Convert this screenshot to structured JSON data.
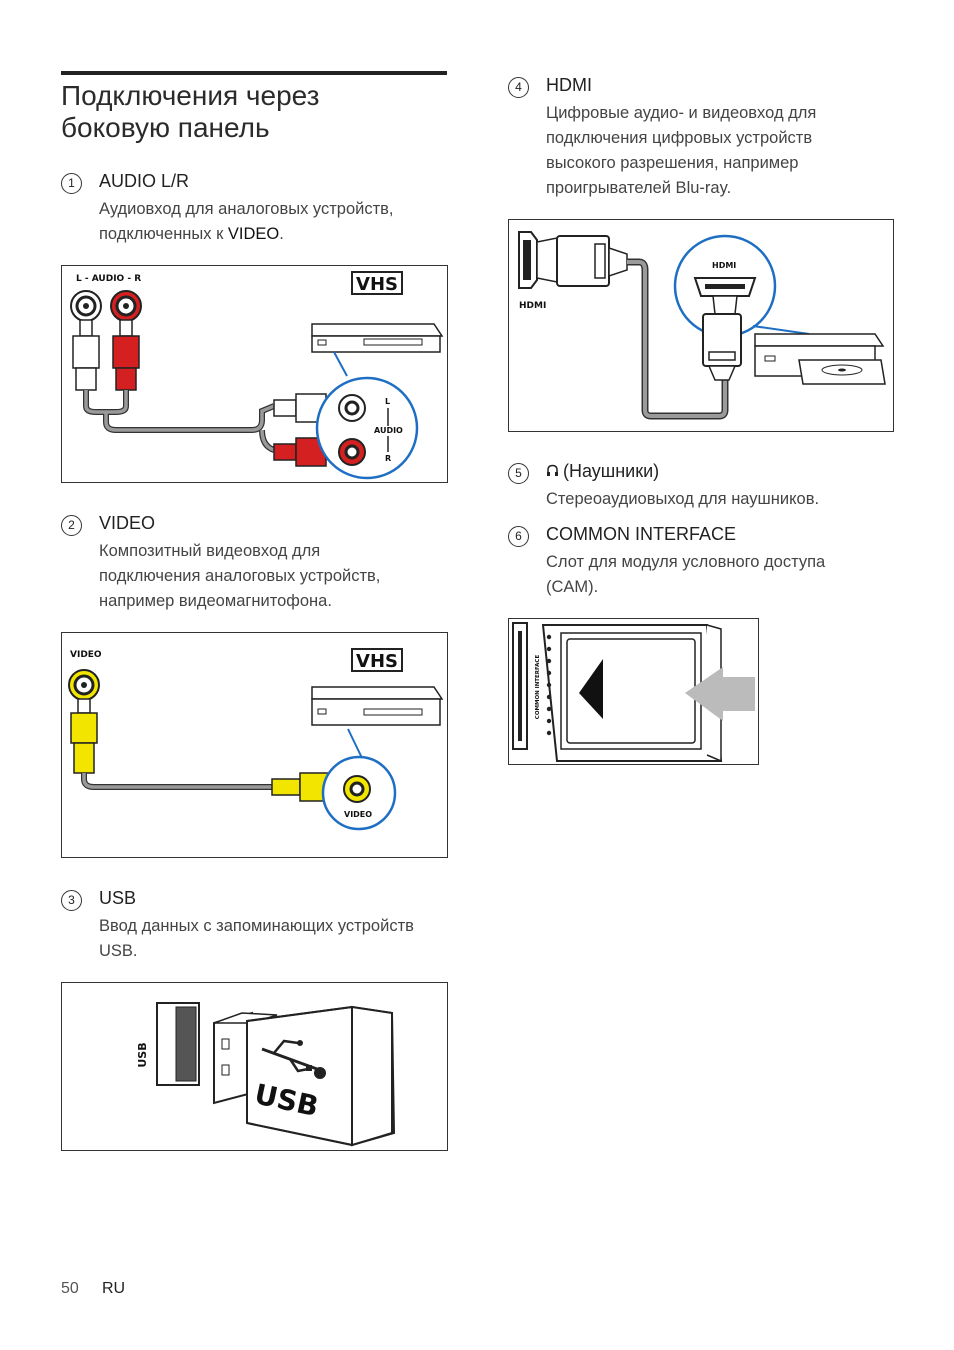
{
  "page": {
    "title_line1": "Подключения через",
    "title_line2": "боковую панель",
    "page_number": "50",
    "language": "RU"
  },
  "items": [
    {
      "num": "1",
      "title": "AUDIO L/R",
      "desc_line1": "Аудиовход для аналоговых устройств,",
      "desc_line2_pre": "подключенных к ",
      "desc_line2_bold": "VIDEO",
      "desc_line2_post": "."
    },
    {
      "num": "2",
      "title": "VIDEO",
      "desc_line1": "Композитный видеовход для",
      "desc_line2": "подключения аналоговых устройств,",
      "desc_line3": "например видеомагнитофона."
    },
    {
      "num": "3",
      "title": "USB",
      "desc_line1": "Ввод данных с запоминающих устройств",
      "desc_line2": "USB."
    },
    {
      "num": "4",
      "title": "HDMI",
      "desc_line1": "Цифровые аудио- и видеовход для",
      "desc_line2": "подключения цифровых устройств",
      "desc_line3": "высокого разрешения, например",
      "desc_line4": "проигрывателей Blu-ray."
    },
    {
      "num": "5",
      "title": "(Наушники)",
      "icon": "headphones-icon",
      "desc_line1": "Стереоаудиовыход для наушников."
    },
    {
      "num": "6",
      "title": "COMMON INTERFACE",
      "desc_line1": "Слот для модуля условного доступа",
      "desc_line2": "(CAM)."
    }
  ],
  "figures": {
    "audio": {
      "port_label": "L - AUDIO - R",
      "vhs": "VHS",
      "zoom_l": "L",
      "zoom_audio": "AUDIO",
      "zoom_r": "R",
      "colors": {
        "red": "#d42020",
        "white": "#ffffff",
        "cable": "#9a9a9a"
      }
    },
    "video": {
      "port_label": "VIDEO",
      "vhs": "VHS",
      "zoom_video": "VIDEO",
      "colors": {
        "yellow": "#f2e600",
        "cable": "#9a9a9a"
      }
    },
    "usb": {
      "port_label": "USB",
      "stick_label": "USB"
    },
    "hdmi": {
      "port_label": "HDMI",
      "zoom_label": "HDMI"
    },
    "ci": {
      "slot_label": "COMMON INTERFACE"
    }
  }
}
